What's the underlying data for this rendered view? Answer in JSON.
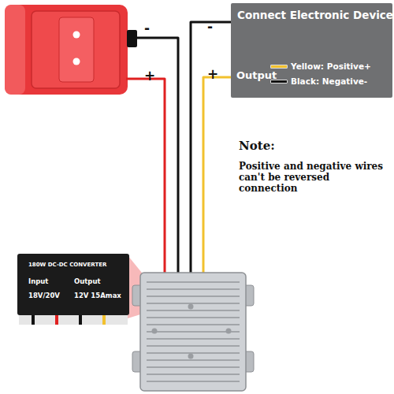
{
  "diagram": {
    "nodes": [
      {
        "text": [
          "Connect Electronic Device",
          "Output"
        ]
      },
      {
        "text": [
          "180W DC-DC CONVERTER",
          "Input",
          "Output",
          "18V/20V",
          "12V 15Amax"
        ]
      }
    ],
    "labels": [
      "-",
      "+",
      "-",
      "+",
      "Note:",
      "Positive and negative wires can't be reversed connection"
    ],
    "legend": [
      {
        "text": "Yellow: Positive+",
        "color": "#f2c12e"
      },
      {
        "text": "Black: Negative-",
        "color": "#111111"
      }
    ]
  }
}
